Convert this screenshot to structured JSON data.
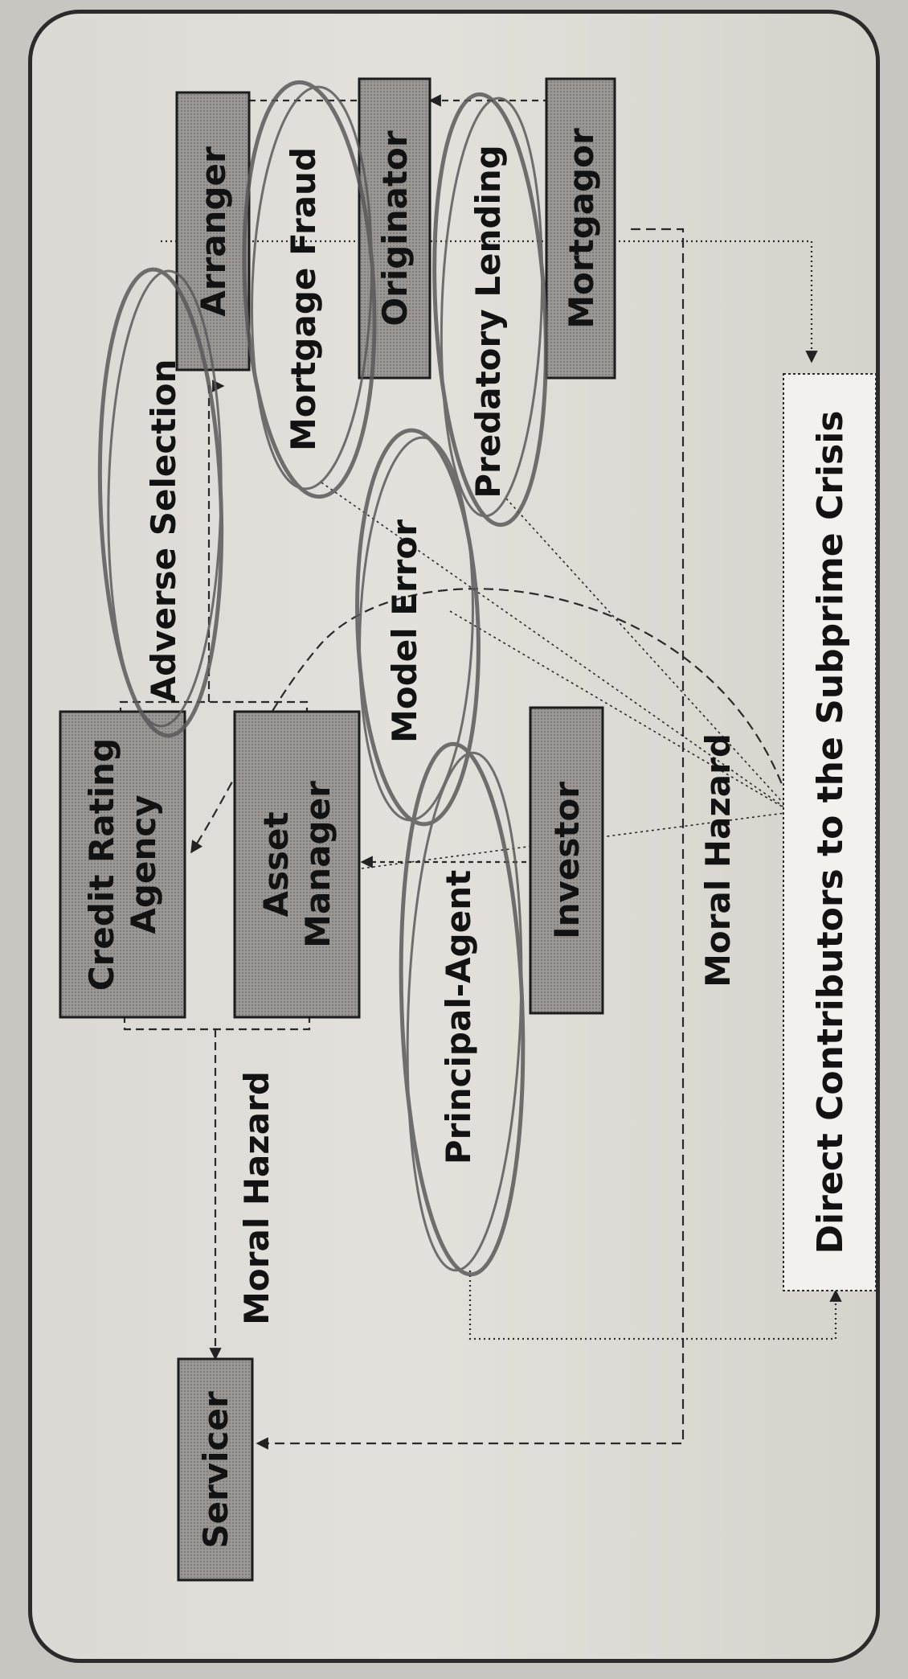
{
  "diagram": {
    "title": "Direct Contributors to the Subprime Crisis",
    "entities": {
      "credit_rating_agency": [
        "Credit Rating",
        "Agency"
      ],
      "asset_manager": [
        "Asset",
        "Manager"
      ],
      "investor": "Investor",
      "servicer": "Servicer",
      "arranger": "Arranger",
      "originator": "Originator",
      "mortgagor": "Mortgagor"
    },
    "problems": {
      "adverse_selection": "Adverse Selection",
      "mortgage_fraud": "Mortgage Fraud",
      "predatory_lending": "Predatory Lending",
      "model_error": "Model Error",
      "principal_agent": "Principal-Agent",
      "moral_hazard_left": "Moral Hazard",
      "moral_hazard_right": "Moral Hazard"
    },
    "colors": {
      "box_fill": "#8f8c8a",
      "ink": "#121212",
      "circle_marker": "#555253",
      "border": "#2c2a2a"
    }
  }
}
